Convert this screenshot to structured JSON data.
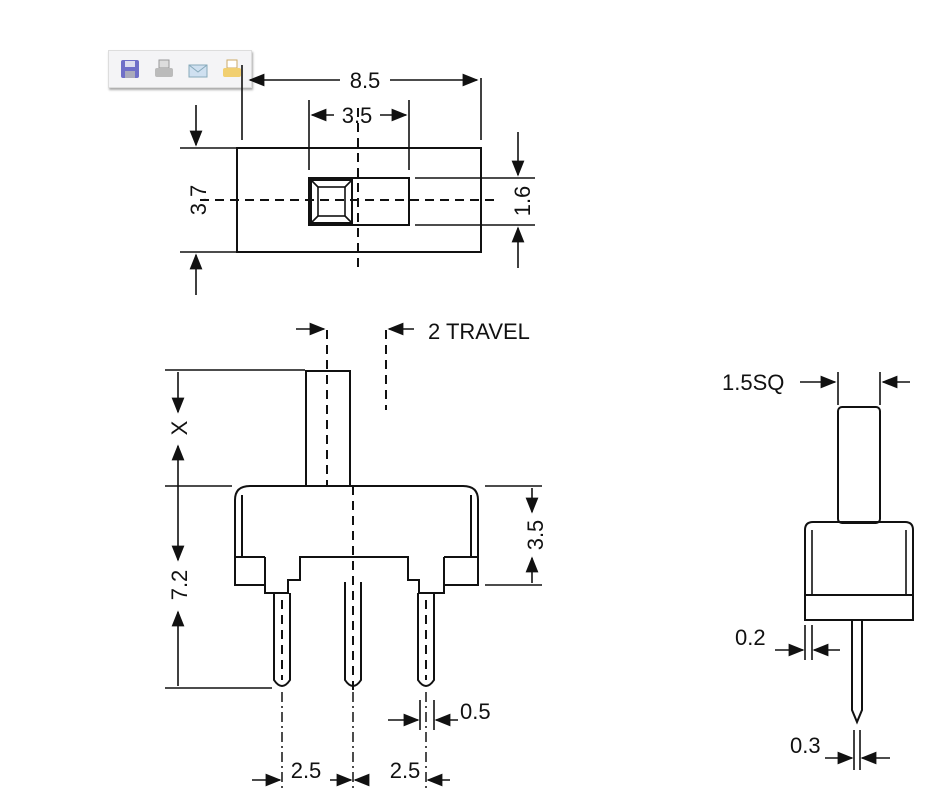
{
  "toolbar": {
    "icons": [
      "save-icon",
      "print-icon",
      "email-icon",
      "open-folder-icon"
    ]
  },
  "top_view": {
    "width_label": "8.5",
    "slot_label": "3.5",
    "height_label": "3.7",
    "slot_height_label": "1.6"
  },
  "front_view": {
    "travel_label": "2 TRAVEL",
    "actuator_label": "X",
    "total_height_label": "7.2",
    "body_height_label": "3.5",
    "pin_width_label": "0.5",
    "pitch_left_label": "2.5",
    "pitch_right_label": "2.5"
  },
  "side_view": {
    "actuator_label": "1.5SQ",
    "gap_label": "0.2",
    "pin_label": "0.3"
  }
}
